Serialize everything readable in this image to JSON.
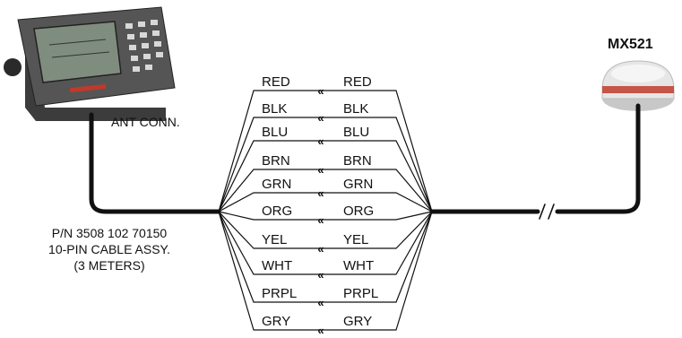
{
  "antenna": {
    "model": "MX521"
  },
  "receiver": {
    "connector_label": "ANT CONN."
  },
  "cable": {
    "part_number": "P/N 3508 102 70150",
    "description": "10-PIN CABLE ASSY.",
    "length": "(3 METERS)"
  },
  "wires": [
    {
      "left": "RED",
      "right": "RED"
    },
    {
      "left": "BLK",
      "right": "BLK"
    },
    {
      "left": "BLU",
      "right": "BLU"
    },
    {
      "left": "BRN",
      "right": "BRN"
    },
    {
      "left": "GRN",
      "right": "GRN"
    },
    {
      "left": "ORG",
      "right": "ORG"
    },
    {
      "left": "YEL",
      "right": "YEL"
    },
    {
      "left": "WHT",
      "right": "WHT"
    },
    {
      "left": "PRPL",
      "right": "PRPL"
    },
    {
      "left": "GRY",
      "right": "GRY"
    }
  ],
  "colors": {
    "line": "#111111",
    "panel": "#4a4a4a",
    "screen": "#8c9a8a",
    "dome": "#e8e8e8",
    "dome_band": "#c0392b"
  }
}
